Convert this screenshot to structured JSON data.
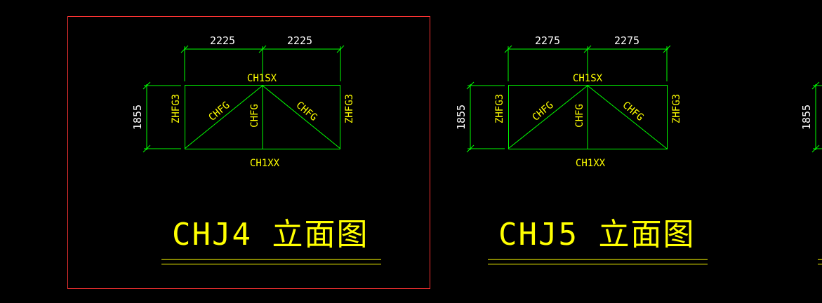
{
  "colors": {
    "background": "#000000",
    "geometry": "#00ff00",
    "dimension_text": "#ffffff",
    "member_text": "#ffff00",
    "title": "#ffff00",
    "selection_frame": "#ff3333"
  },
  "drawings": [
    {
      "title": "CHJ4 立面图",
      "selected": true,
      "dims": {
        "left": "2225",
        "right": "2225",
        "height": "1855"
      },
      "labels": {
        "top_chord": "CH1SX",
        "bottom_chord": "CH1XX",
        "left_post": "ZHFG3",
        "right_post": "ZHFG3",
        "left_diagonal": "CHFG",
        "center_post": "CHFG",
        "right_diagonal": "CHFG"
      }
    },
    {
      "title": "CHJ5 立面图",
      "selected": false,
      "dims": {
        "left": "2275",
        "right": "2275",
        "height": "1855"
      },
      "labels": {
        "top_chord": "CH1SX",
        "bottom_chord": "CH1XX",
        "left_post": "ZHFG3",
        "right_post": "ZHFG3",
        "left_diagonal": "CHFG",
        "center_post": "CHFG",
        "right_diagonal": "CHFG"
      }
    },
    {
      "title": "",
      "selected": false,
      "partial": true,
      "dims": {
        "height": "1855"
      }
    }
  ]
}
